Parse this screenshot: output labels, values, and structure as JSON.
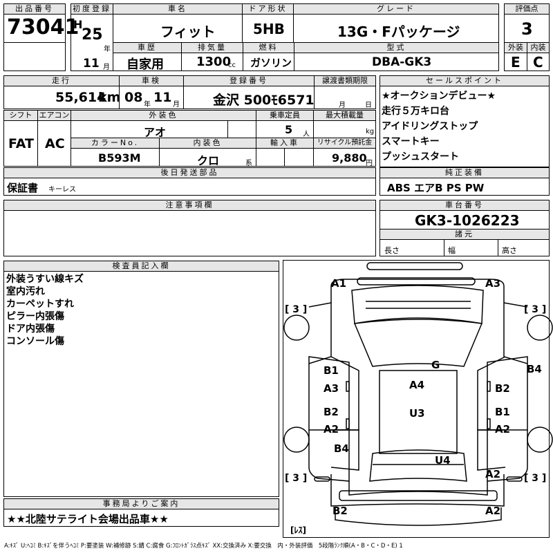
{
  "header": {
    "lot_no_label": "出品番号",
    "lot_no": "73041",
    "first_reg_label": "初度登録",
    "era": "H",
    "year": "25",
    "year_unit": "年",
    "month": "11",
    "month_unit": "月",
    "car_name_label": "車名",
    "car_name": "フィット",
    "door_label": "ドア形状",
    "door": "5HB",
    "grade_label": "グレード",
    "grade": "13G・Fパッケージ",
    "score_label": "評価点",
    "score": "3",
    "history_label": "車歴",
    "history": "自家用",
    "displacement_label": "排気量",
    "displacement": "1300",
    "displacement_unit": "cc",
    "fuel_label": "燃料",
    "fuel": "ガソリン",
    "model_label": "型式",
    "model": "DBA-GK3",
    "ext_label": "外装",
    "ext": "E",
    "int_label": "内装",
    "int": "C"
  },
  "specs": {
    "mileage_label": "走行",
    "mileage": "55,614",
    "mileage_unit": "km",
    "inspection_label": "車検",
    "inspection_year": "08",
    "inspection_year_unit": "年",
    "inspection_month": "11",
    "inspection_month_unit": "月",
    "reg_no_label": "登録番号",
    "reg_no": "金沢 500ﾓ6571",
    "transfer_label": "譲渡書類期限",
    "transfer_month_unit": "月",
    "transfer_day_unit": "日",
    "shift_label": "シフト",
    "shift": "FAT",
    "ac_label": "エアコン",
    "ac": "AC",
    "ext_color_label": "外装色",
    "ext_color": "アオ",
    "capacity_label": "乗車定員",
    "capacity": "5",
    "capacity_unit": "人",
    "load_label": "最大積載量",
    "load_unit": "kg",
    "color_no_label": "カラーNo.",
    "color_no": "B593M",
    "int_color_label": "内装色",
    "int_color": "クロ",
    "int_color_unit": "系",
    "import_label": "輸入車",
    "recycle_label": "リサイクル預託金",
    "recycle": "9,880",
    "recycle_unit": "円",
    "followup_label": "後日発送部品",
    "followup_main": "保証書",
    "followup_sub": "キーレス"
  },
  "sales": {
    "label": "セールスポイント",
    "points": [
      "★オークションデビュー★",
      "走行５万キロ台",
      "アイドリングストップ",
      "スマートキー",
      "プッシュスタート"
    ]
  },
  "equipment": {
    "label": "純正装備",
    "value": "ABS エアB PS PW"
  },
  "notes": {
    "label": "注意事項欄"
  },
  "chassis": {
    "label": "車台番号",
    "value": "GK3-1026223"
  },
  "dims": {
    "label": "諸元",
    "length_label": "長さ",
    "width_label": "幅",
    "height_label": "高さ"
  },
  "inspector": {
    "label": "検査員記入欄",
    "lines": [
      "外装うすい線キズ",
      "室内汚れ",
      "カーペットすれ",
      "ピラー内張傷",
      "ドア内張傷",
      "コンソール傷"
    ]
  },
  "office": {
    "label": "事務局よりご案内",
    "message": "★★北陸サテライト会場出品車★★"
  },
  "legend": "A:ｷｽﾞ U:ﾍｺﾐ B:ｷｽﾞを伴うﾍｺﾐ P:要塗装 W:補修跡 S:錆 C:腐食 G:ﾌﾛﾝﾄｶﾞﾗｽ点ｷｽﾞ XX:交換済み X:要交換　内・外装評価　5段階ﾗﾝｸ順(A・B・C・D・E) 1",
  "diagram": {
    "tire_fl": "[ 3 ]",
    "tire_fr": "[ 3 ]",
    "tire_rl": "[ 3 ]",
    "tire_rr": "[ 3 ]",
    "spare": "[ﾚｽ]",
    "m_a1": "A1",
    "m_a3_top": "A3",
    "m_g": "G",
    "m_b4_right": "B4",
    "m_b1_l": "B1",
    "m_a3_l": "A3",
    "m_b2_r1": "B2",
    "m_a4": "A4",
    "m_u3": "U3",
    "m_b2_l": "B2",
    "m_a2_l": "A2",
    "m_b1_r": "B1",
    "m_a2_r1": "A2",
    "m_b4_left": "B4",
    "m_u4": "U4",
    "m_a2_r2": "A2",
    "m_b2_rear": "B2",
    "m_a2_rear": "A2"
  }
}
